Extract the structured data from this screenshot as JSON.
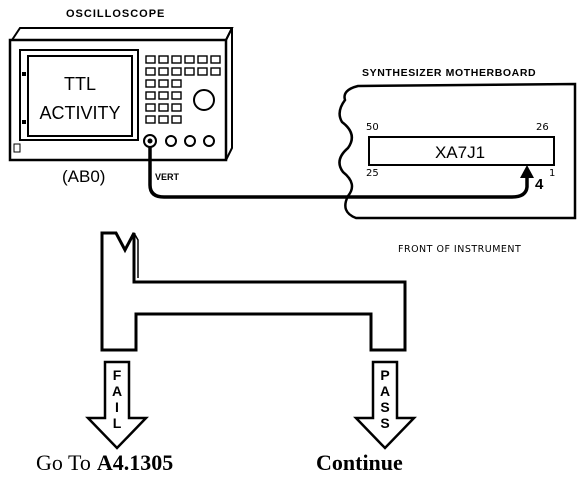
{
  "oscilloscope": {
    "title": "OSCILLOSCOPE",
    "screen_line1": "TTL",
    "screen_line2": "ACTIVITY",
    "setting": "(AB0)",
    "input_label": "VERT"
  },
  "motherboard": {
    "title": "SYNTHESIZER MOTHERBOARD",
    "connector": "XA7J1",
    "pin_top_left": "50",
    "pin_top_right": "26",
    "pin_bottom_left": "25",
    "pin_bottom_right": "1",
    "probe_pin": "4",
    "front_label": "FRONT OF INSTRUMENT"
  },
  "decision": {
    "fail_letters": [
      "F",
      "A",
      "I",
      "L"
    ],
    "pass_letters": [
      "P",
      "A",
      "S",
      "S"
    ],
    "fail_prefix": "Go To",
    "fail_target": "A4.1305",
    "pass_action": "Continue"
  }
}
